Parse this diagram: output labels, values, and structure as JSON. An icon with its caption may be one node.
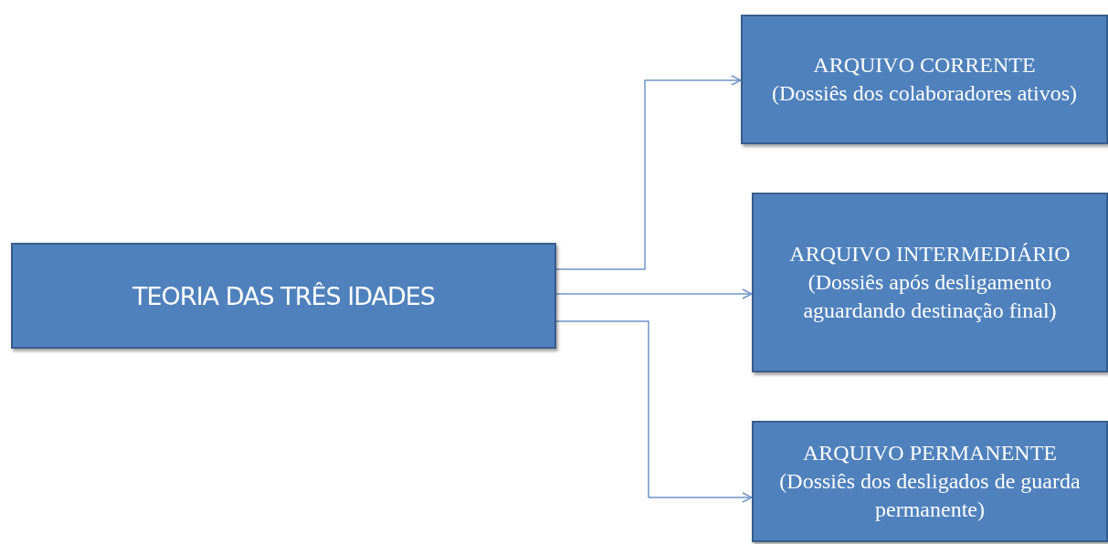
{
  "diagram": {
    "nodes": [
      {
        "text": [
          "TEORIA DAS TRÊS IDADES"
        ]
      },
      {
        "text": [
          "ARQUIVO CORRENTE",
          "(Dossiês dos colaboradores ativos)"
        ]
      },
      {
        "text": [
          "ARQUIVO INTERMEDIÁRIO",
          "(Dossiês após desligamento aguardando destinação final)"
        ]
      },
      {
        "text": [
          "ARQUIVO PERMANENTE",
          "(Dossiês dos desligados de guarda permanente)"
        ]
      }
    ],
    "edges": [
      {
        "from": 0,
        "to": 1,
        "arrow": "to"
      },
      {
        "from": 0,
        "to": 2,
        "arrow": "to"
      },
      {
        "from": 0,
        "to": 3,
        "arrow": "to"
      }
    ]
  }
}
